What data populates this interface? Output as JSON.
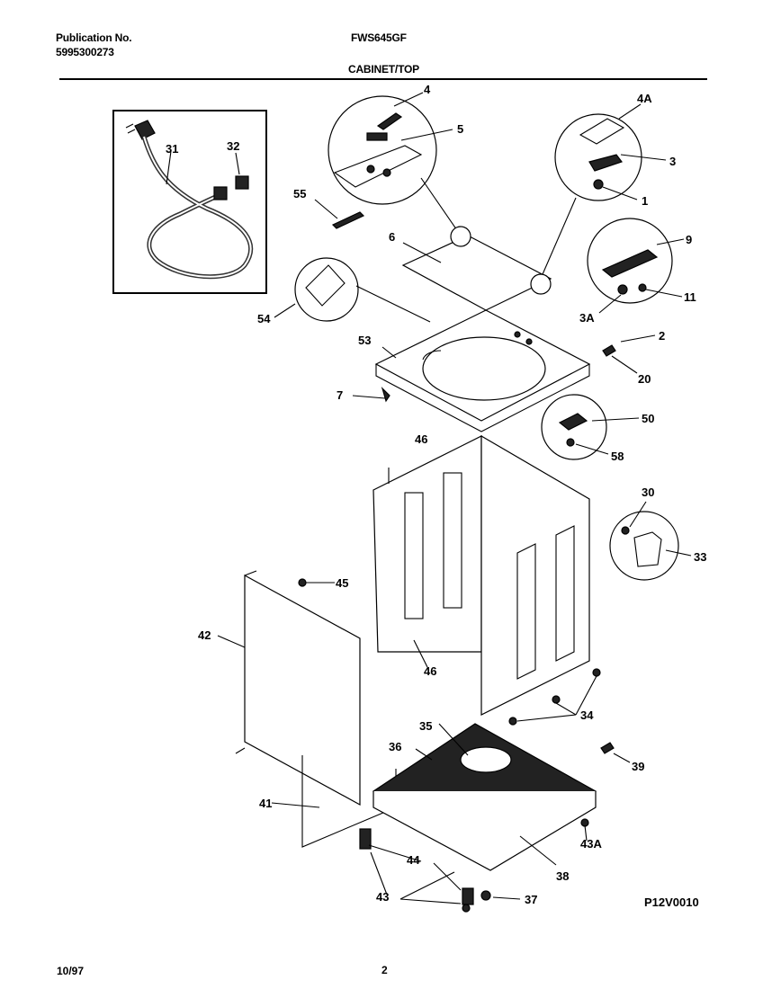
{
  "header": {
    "publication_label": "Publication No.",
    "publication_number": "5995300273",
    "model": "FWS645GF",
    "section_title": "CABINET/TOP"
  },
  "footer": {
    "date": "10/97",
    "page": "2",
    "drawing_code": "P12V0010"
  },
  "callouts": [
    {
      "id": "c-4",
      "text": "4"
    },
    {
      "id": "c-5",
      "text": "5"
    },
    {
      "id": "c-4a",
      "text": "4A"
    },
    {
      "id": "c-3",
      "text": "3"
    },
    {
      "id": "c-1",
      "text": "1"
    },
    {
      "id": "c-31",
      "text": "31"
    },
    {
      "id": "c-32",
      "text": "32"
    },
    {
      "id": "c-55",
      "text": "55"
    },
    {
      "id": "c-6",
      "text": "6"
    },
    {
      "id": "c-9",
      "text": "9"
    },
    {
      "id": "c-11",
      "text": "11"
    },
    {
      "id": "c-3a",
      "text": "3A"
    },
    {
      "id": "c-54",
      "text": "54"
    },
    {
      "id": "c-53",
      "text": "53"
    },
    {
      "id": "c-2",
      "text": "2"
    },
    {
      "id": "c-20",
      "text": "20"
    },
    {
      "id": "c-7",
      "text": "7"
    },
    {
      "id": "c-50",
      "text": "50"
    },
    {
      "id": "c-46a",
      "text": "46"
    },
    {
      "id": "c-58",
      "text": "58"
    },
    {
      "id": "c-30",
      "text": "30"
    },
    {
      "id": "c-33",
      "text": "33"
    },
    {
      "id": "c-45",
      "text": "45"
    },
    {
      "id": "c-42",
      "text": "42"
    },
    {
      "id": "c-46b",
      "text": "46"
    },
    {
      "id": "c-34",
      "text": "34"
    },
    {
      "id": "c-35",
      "text": "35"
    },
    {
      "id": "c-36",
      "text": "36"
    },
    {
      "id": "c-39",
      "text": "39"
    },
    {
      "id": "c-41",
      "text": "41"
    },
    {
      "id": "c-43a",
      "text": "43A"
    },
    {
      "id": "c-44",
      "text": "44"
    },
    {
      "id": "c-38",
      "text": "38"
    },
    {
      "id": "c-43",
      "text": "43"
    },
    {
      "id": "c-37",
      "text": "37"
    }
  ]
}
